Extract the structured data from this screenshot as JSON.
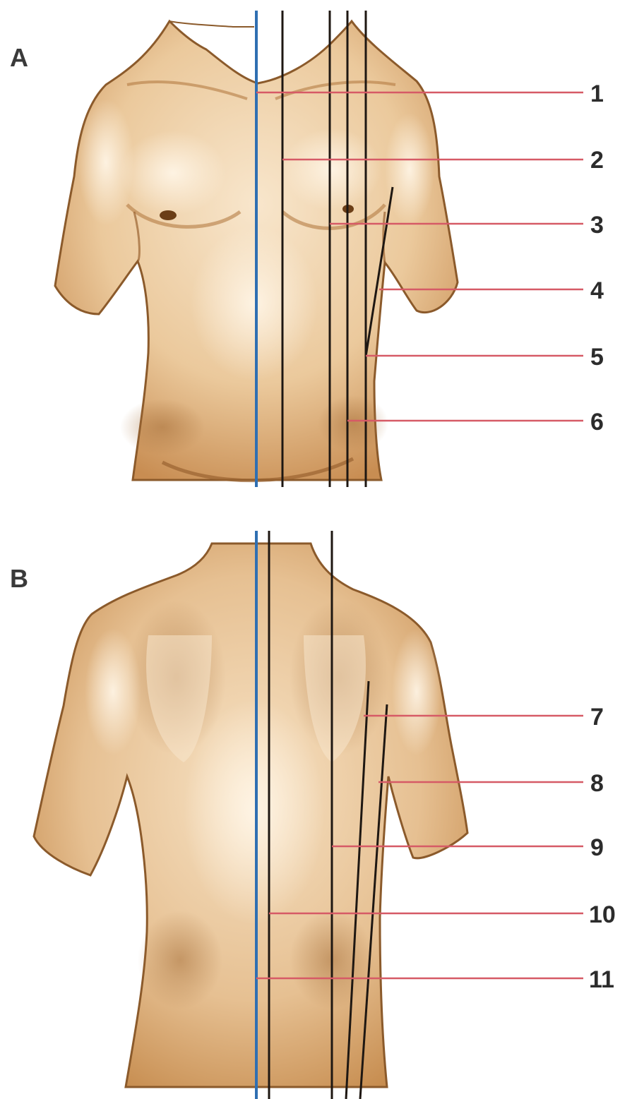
{
  "panels": [
    {
      "id": "A",
      "label": "A",
      "view": "anterior"
    },
    {
      "id": "B",
      "label": "B",
      "view": "posterior"
    }
  ],
  "callouts": [
    {
      "number": "1",
      "panel": "A"
    },
    {
      "number": "2",
      "panel": "A"
    },
    {
      "number": "3",
      "panel": "A"
    },
    {
      "number": "4",
      "panel": "A"
    },
    {
      "number": "5",
      "panel": "A"
    },
    {
      "number": "6",
      "panel": "A"
    },
    {
      "number": "7",
      "panel": "B"
    },
    {
      "number": "8",
      "panel": "B"
    },
    {
      "number": "9",
      "panel": "B"
    },
    {
      "number": "10",
      "panel": "B"
    },
    {
      "number": "11",
      "panel": "B"
    }
  ],
  "colors": {
    "skin_light": "#f3d7b4",
    "skin_mid": "#dcae7c",
    "skin_shadow": "#a8723d",
    "outline": "#6b3e17",
    "midline_blue": "#2f6fb2",
    "reference_line": "#1e1712",
    "leader_red": "#d65a66",
    "number_text": "#2c2c2c"
  }
}
